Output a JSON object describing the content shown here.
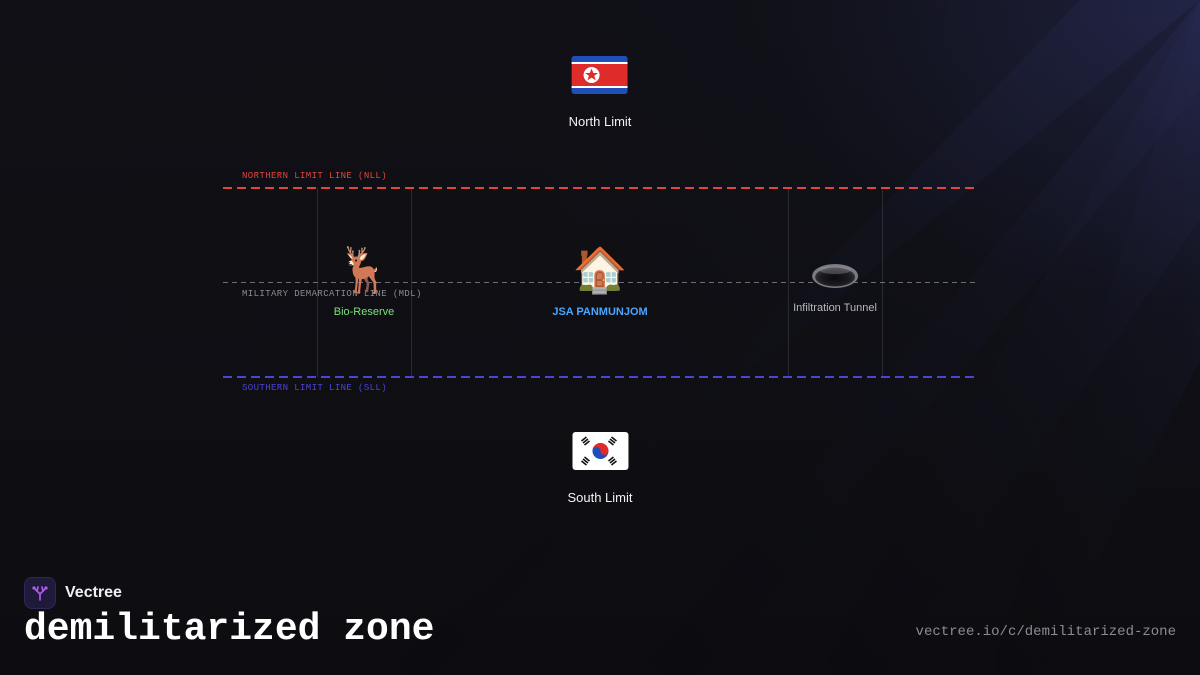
{
  "diagram": {
    "lines": {
      "nll": {
        "label": "NORTHERN LIMIT LINE (NLL)",
        "color": "#e0463e"
      },
      "mdl": {
        "label": "MILITARY DEMARCATION LINE (MDL)",
        "color": "#8a8a90"
      },
      "sll": {
        "label": "SOUTHERN LIMIT LINE (SLL)",
        "color": "#4a45d6"
      }
    },
    "nodes": {
      "north": {
        "label": "North Limit",
        "icon": "north-korea-flag-icon"
      },
      "south": {
        "label": "South Limit",
        "icon": "south-korea-flag-icon"
      },
      "bio": {
        "label": "Bio-Reserve",
        "icon": "deer-icon",
        "glyph": "🦌",
        "color": "#7ee07a"
      },
      "jsa": {
        "label": "JSA PANMUNJOM",
        "icon": "house-icon",
        "glyph": "🏠",
        "color": "#4aa6ff"
      },
      "tunnel": {
        "label": "Infiltration Tunnel",
        "icon": "hole-icon",
        "color": "#b8b8be"
      }
    }
  },
  "footer": {
    "brand": "Vectree",
    "title": "demilitarized zone",
    "url": "vectree.io/c/demilitarized-zone"
  },
  "colors": {
    "background": "#0e0e12",
    "accent_logo": "#b45cf0"
  }
}
